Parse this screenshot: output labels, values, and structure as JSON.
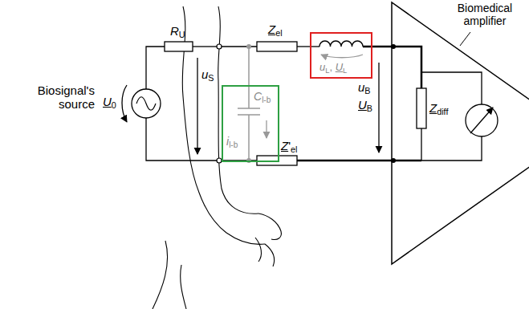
{
  "diagram": {
    "nodes": [
      {
        "text": [
          "Cl-b",
          "il-b"
        ]
      },
      {
        "text": [
          "uL, UL"
        ]
      },
      {
        "text": [
          "Zdiff"
        ]
      }
    ],
    "edges": [
      {
        "from": 1,
        "to": 2,
        "arrow": "none"
      }
    ],
    "labels": [
      "Biomedical amplifier",
      "RU",
      "Zel",
      "uS",
      "Biosignal's source",
      "U0",
      "uB",
      "UB",
      "Z'el"
    ]
  }
}
